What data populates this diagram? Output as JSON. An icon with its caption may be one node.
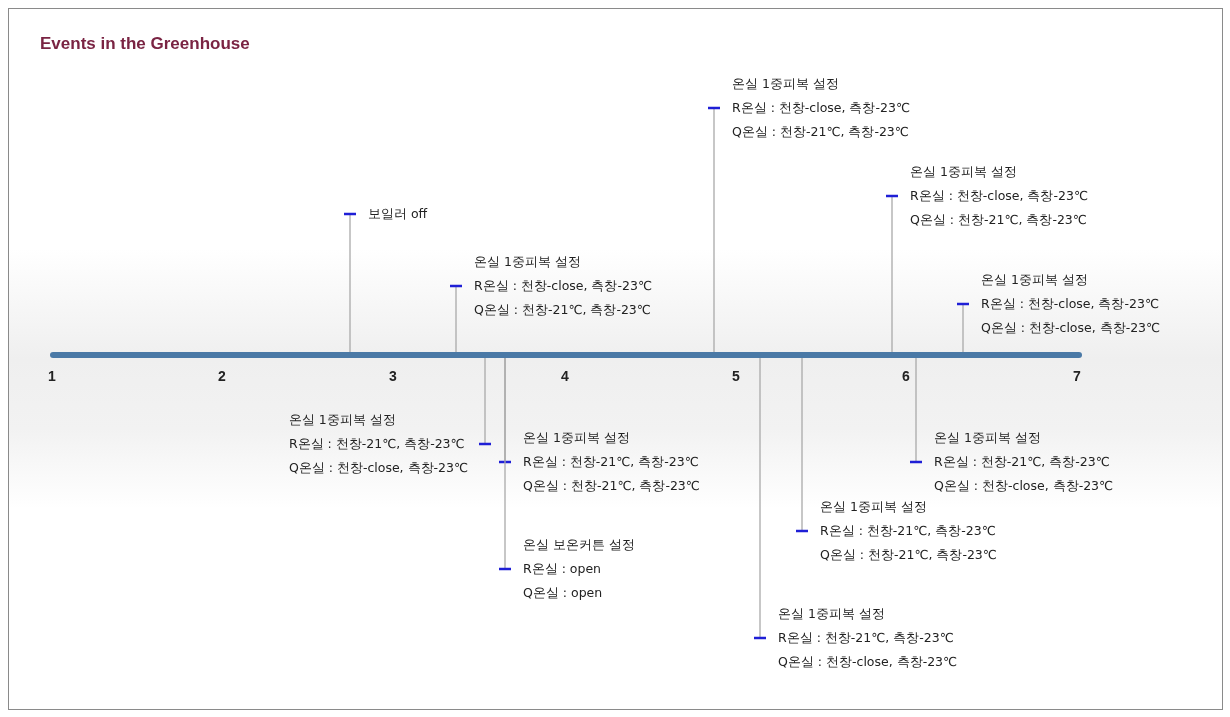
{
  "diagram": {
    "title": "Events in the Greenhouse",
    "nodes": [
      {
        "text": [],
        "shape": "bar"
      },
      {
        "text": [
          "보일러 off"
        ]
      },
      {
        "text": [
          "온실 1중피복 설정",
          "R온실 : 천창-close, 측창-23℃",
          "Q온실 : 천창-21℃, 측창-23℃"
        ]
      },
      {
        "text": [
          "온실 1중피복 설정",
          "R온실 : 천창-21℃, 측창-23℃",
          "Q온실 : 천창-close, 측창-23℃"
        ]
      },
      {
        "text": [
          "온실 1중피복 설정",
          "R온실 : 천창-21℃, 측창-23℃",
          "Q온실 : 천창-21℃, 측창-23℃"
        ]
      },
      {
        "text": [
          "온실 보온커튼 설정",
          "R온실 : open",
          "Q온실 : open"
        ]
      },
      {
        "text": [
          "온실 1중피복 설정",
          "R온실 : 천창-close, 측창-23℃",
          "Q온실 : 천창-21℃, 측창-23℃"
        ]
      },
      {
        "text": [
          "온실 1중피복 설정",
          "R온실 : 천창-21℃, 측창-23℃",
          "Q온실 : 천창-close, 측창-23℃"
        ]
      },
      {
        "text": [
          "온실 1중피복 설정",
          "R온실 : 천창-21℃, 측창-23℃",
          "Q온실 : 천창-21℃, 측창-23℃"
        ]
      },
      {
        "text": [
          "온실 1중피복 설정",
          "R온실 : 천창-close, 측창-23℃",
          "Q온실 : 천창-21℃, 측창-23℃"
        ]
      },
      {
        "text": [
          "온실 1중피복 설정",
          "R온실 : 천창-21℃, 측창-23℃",
          "Q온실 : 천창-close, 측창-23℃"
        ]
      },
      {
        "text": [
          "온실 1중피복 설정",
          "R온실 : 천창-close, 측창-23℃",
          "Q온실 : 천창-close, 측창-23℃"
        ]
      }
    ],
    "edges": [
      {
        "from": 0,
        "to": 1,
        "arrow": "other"
      },
      {
        "from": 0,
        "to": 2,
        "arrow": "other"
      },
      {
        "from": 0,
        "to": 3,
        "arrow": "other"
      },
      {
        "from": 0,
        "to": 4,
        "arrow": "other"
      },
      {
        "from": 0,
        "to": 5,
        "arrow": "other"
      },
      {
        "from": 0,
        "to": 6,
        "arrow": "other"
      },
      {
        "from": 0,
        "to": 7,
        "arrow": "other"
      },
      {
        "from": 0,
        "to": 8,
        "arrow": "other"
      },
      {
        "from": 0,
        "to": 9,
        "arrow": "other"
      },
      {
        "from": 0,
        "to": 10,
        "arrow": "other"
      },
      {
        "from": 0,
        "to": 11,
        "arrow": "other"
      }
    ],
    "labels": [
      "1",
      "2",
      "3",
      "4",
      "5",
      "6",
      "7"
    ]
  }
}
